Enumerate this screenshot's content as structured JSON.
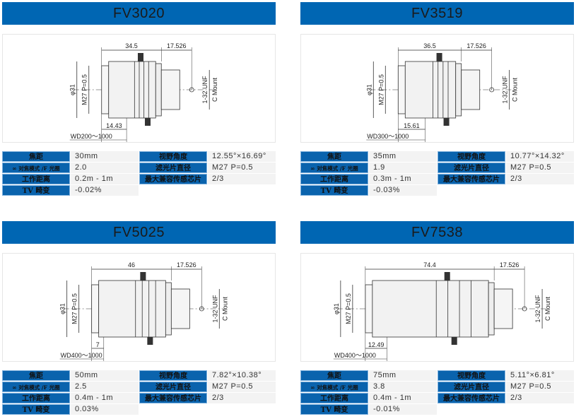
{
  "lenses": [
    {
      "model": "FV3020",
      "length": "34.5",
      "length_mm": 34.5,
      "mount_offset": "17.526",
      "diameter": "φ31",
      "filter_thread": "M27 P=0.5",
      "front_dim": "14.43",
      "wd": "WD200～1000",
      "mount_thread": "1-32 UNF",
      "mount": "C Mount",
      "specs": [
        {
          "label": "焦距",
          "value": "30mm"
        },
        {
          "label": "∞ 对焦模式 /F 光圈",
          "value": "2.0"
        },
        {
          "label": "工作距离",
          "value": "0.2m - 1m"
        },
        {
          "label": "TV 畸变",
          "value": "-0.02%"
        },
        {
          "label": "视野角度",
          "value": "12.55°×16.69°"
        },
        {
          "label": "滤光片直径",
          "value": "M27 P=0.5"
        },
        {
          "label": "最大兼容传感芯片",
          "value": "2/3"
        }
      ]
    },
    {
      "model": "FV3519",
      "length": "36.5",
      "length_mm": 36.5,
      "mount_offset": "17.526",
      "diameter": "φ31",
      "filter_thread": "M27 P=0.5",
      "front_dim": "15.61",
      "wd": "WD300～1000",
      "mount_thread": "1-32 UNF",
      "mount": "C Mount",
      "specs": [
        {
          "label": "焦距",
          "value": "35mm"
        },
        {
          "label": "∞ 对焦模式 /F 光圈",
          "value": "1.9"
        },
        {
          "label": "工作距离",
          "value": "0.3m - 1m"
        },
        {
          "label": "TV 畸变",
          "value": "-0.03%"
        },
        {
          "label": "视野角度",
          "value": "10.77°×14.32°"
        },
        {
          "label": "滤光片直径",
          "value": "M27 P=0.5"
        },
        {
          "label": "最大兼容传感芯片",
          "value": "2/3"
        }
      ]
    },
    {
      "model": "FV5025",
      "length": "46",
      "length_mm": 46,
      "mount_offset": "17.526",
      "diameter": "φ31",
      "filter_thread": "M27 P=0.5",
      "front_dim": "7",
      "wd": "WD400～1000",
      "mount_thread": "1-32 UNF",
      "mount": "C Mount",
      "specs": [
        {
          "label": "焦距",
          "value": "50mm"
        },
        {
          "label": "∞ 对焦模式 /F 光圈",
          "value": "2.5"
        },
        {
          "label": "工作距离",
          "value": "0.4m - 1m"
        },
        {
          "label": "TV 畸变",
          "value": "0.03%"
        },
        {
          "label": "视野角度",
          "value": "7.82°×10.38°"
        },
        {
          "label": "滤光片直径",
          "value": "M27 P=0.5"
        },
        {
          "label": "最大兼容传感芯片",
          "value": "2/3"
        }
      ]
    },
    {
      "model": "FV7538",
      "length": "74.4",
      "length_mm": 74.4,
      "mount_offset": "17.526",
      "diameter": "φ31",
      "filter_thread": "M27 P=0.5",
      "front_dim": "12.49",
      "wd": "WD400～1000",
      "mount_thread": "1-32 UNF",
      "mount": "C Mount",
      "specs": [
        {
          "label": "焦距",
          "value": "75mm"
        },
        {
          "label": "∞ 对焦模式 /F 光圈",
          "value": "3.8"
        },
        {
          "label": "工作距离",
          "value": "0.4m - 1m"
        },
        {
          "label": "TV 畸变",
          "value": "-0.01%"
        },
        {
          "label": "视野角度",
          "value": "5.11°×6.81°"
        },
        {
          "label": "滤光片直径",
          "value": "M27 P=0.5"
        },
        {
          "label": "最大兼容传感芯片",
          "value": "2/3"
        }
      ]
    }
  ],
  "colors": {
    "header": "#0066b3",
    "label_cell": "#0a63ad",
    "value_cell": "#f3f3f3"
  }
}
